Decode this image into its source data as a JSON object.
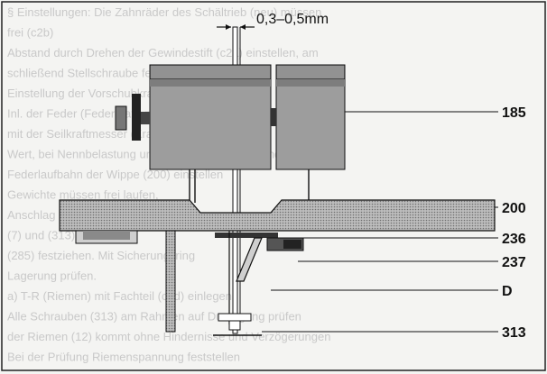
{
  "diagram": {
    "dimension_label": "0,3–0,5mm",
    "callouts": [
      "185",
      "200",
      "236",
      "237",
      "D",
      "313"
    ],
    "background_text": [
      "§ Einstellungen: Die Zahnräder des Schältrieb (neu) müssen",
      "frei (c2b)",
      "Abstand durch Drehen der Gewindestift (c2a) einstellen, am",
      "schließend Stellschraube festziehen.",
      "Einstellung der Vorschubkraft",
      "Inl. der Feder (Federkraft) mit (185) bestimmen",
      "mit der Seilkraftmesser (Kraftmessgerät) bei Typ",
      "Wert, bei Nennbelastung und Gewicht (185) 20 pond. Die",
      "Federlaufbahn der Wippe (200) einstellen",
      "Gewichte müssen frei laufen,",
      "Anschlag (236) bis (237) einstellen",
      "(7) und (313) aufsetzen",
      "(285) festziehen. Mit Sicherungsring",
      "Lagerung prüfen.",
      "a) T-R (Riemen) mit Fachteil (c2d) einlegen",
      "Alle Schrauben (313) am Rahmen auf Durchgang prüfen",
      "der Riemen (12) kommt ohne Hindernisse und Verzögerungen",
      "Bei der Prüfung Riemenspannung feststellen"
    ],
    "colors": {
      "ink": "#111111",
      "paper": "#f4f4f2",
      "faint": "#c9c9c9",
      "shade": "#9a9a9a"
    }
  }
}
